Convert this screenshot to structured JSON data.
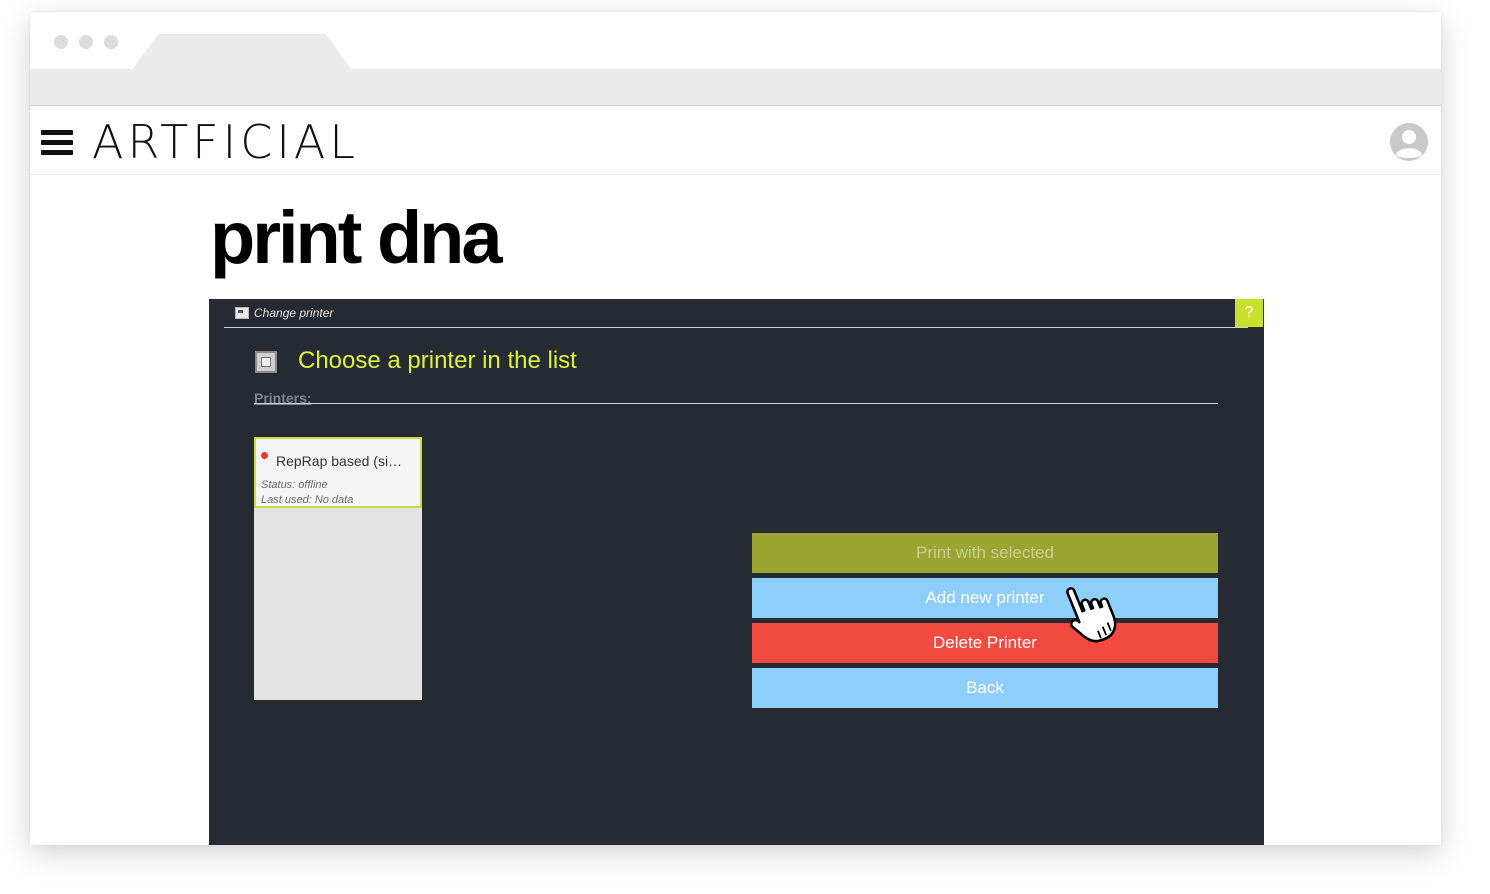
{
  "app": {
    "brand": "ARTFICIAL",
    "page_title": "print dna"
  },
  "dialog": {
    "header_title": "Change printer",
    "help_label": "?",
    "section_title": "Choose a printer in the list",
    "printers_label": "Printers:",
    "printers": [
      {
        "name": "RepRap based (si…",
        "status": "Status: offline",
        "last_used": "Last used: No data",
        "status_color": "#e53b2e"
      }
    ],
    "buttons": {
      "print_selected": "Print with selected",
      "add_printer": "Add new printer",
      "delete_printer": "Delete Printer",
      "back": "Back"
    }
  },
  "colors": {
    "panel_bg": "#262a33",
    "accent_yellow": "#dff23a",
    "help_bg": "#c8e02c",
    "print_btn": "#99a431",
    "add_btn": "#8ecefa",
    "delete_btn": "#f24a40",
    "back_btn": "#8ecefa"
  },
  "icons": {
    "menu": "hamburger-menu-icon",
    "user": "user-avatar-icon",
    "dialog": "window-icon",
    "section": "printer-frame-icon",
    "pointer": "hand-pointer-cursor-icon"
  }
}
